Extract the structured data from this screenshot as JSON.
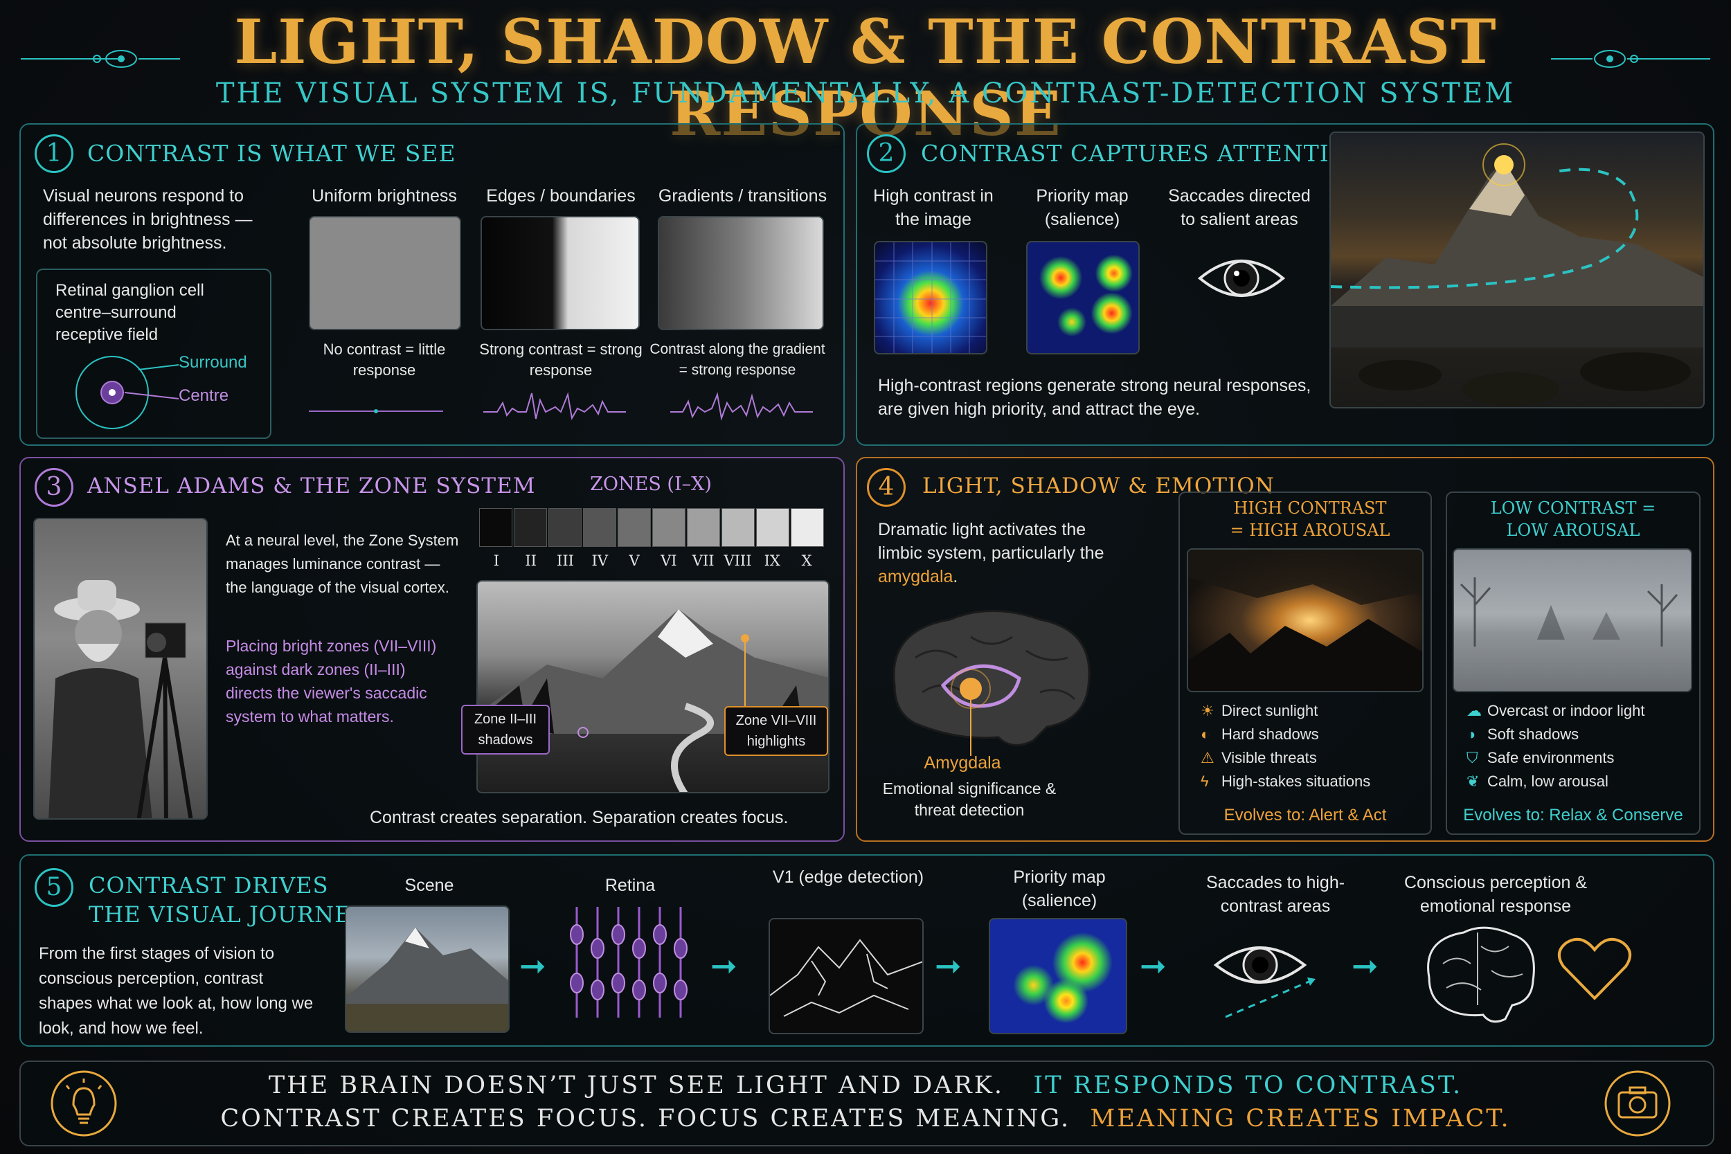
{
  "header": {
    "title": "LIGHT, SHADOW & THE CONTRAST RESPONSE",
    "subtitle": "THE VISUAL SYSTEM IS, FUNDAMENTALLY, A CONTRAST-DETECTION SYSTEM"
  },
  "panel1": {
    "number": "1",
    "title": "CONTRAST IS WHAT WE SEE",
    "intro": "Visual neurons respond to differences in brightness — not absolute brightness.",
    "rf_title": "Retinal ganglion cell centre–surround receptive field",
    "surround": "Surround",
    "centre": "Centre",
    "cards": [
      {
        "heading": "Uniform brightness",
        "caption": "No contrast = little response"
      },
      {
        "heading": "Edges / boundaries",
        "caption": "Strong contrast = strong response"
      },
      {
        "heading": "Gradients / transitions",
        "caption": "Contrast along the gradient = strong response"
      }
    ]
  },
  "panel2": {
    "number": "2",
    "title": "CONTRAST CAPTURES ATTENTION",
    "cols": [
      {
        "heading": "High contrast in the image"
      },
      {
        "heading": "Priority map (salience)"
      },
      {
        "heading": "Saccades directed to salient areas"
      }
    ],
    "caption": "High-contrast regions generate strong neural responses, are given high priority, and attract the eye."
  },
  "panel3": {
    "number": "3",
    "title": "ANSEL ADAMS & THE ZONE SYSTEM",
    "zones_title": "ZONES (I–X)",
    "zones": [
      "I",
      "II",
      "III",
      "IV",
      "V",
      "VI",
      "VII",
      "VIII",
      "IX",
      "X"
    ],
    "text1": "At a neural level, the Zone System manages luminance contrast — the language of the visual cortex.",
    "text2": "Placing bright zones (VII–VIII) against dark zones (II–III) directs the viewer's saccadic system to what matters.",
    "label_shadows": "Zone II–III shadows",
    "label_highlights": "Zone VII–VIII highlights",
    "caption": "Contrast creates separation.  Separation creates focus."
  },
  "panel4": {
    "number": "4",
    "title": "LIGHT, SHADOW & EMOTION",
    "intro_a": "Dramatic light activates the limbic system, particularly the ",
    "intro_b": "amygdala",
    "intro_c": ".",
    "amygdala": "Amygdala",
    "amygdala_caption": "Emotional significance & threat detection",
    "high": {
      "title": "HIGH CONTRAST = HIGH AROUSAL",
      "items": [
        {
          "icon": "sun-icon",
          "label": "Direct sunlight"
        },
        {
          "icon": "half-circle-icon",
          "label": "Hard shadows"
        },
        {
          "icon": "warning-icon",
          "label": "Visible threats"
        },
        {
          "icon": "lightning-icon",
          "label": "High-stakes situations"
        }
      ],
      "evolves": "Evolves to: Alert & Act"
    },
    "low": {
      "title": "LOW CONTRAST = LOW AROUSAL",
      "items": [
        {
          "icon": "cloud-icon",
          "label": "Overcast or indoor light"
        },
        {
          "icon": "soft-circle-icon",
          "label": "Soft shadows"
        },
        {
          "icon": "shield-icon",
          "label": "Safe environments"
        },
        {
          "icon": "leaf-icon",
          "label": "Calm, low arousal"
        }
      ],
      "evolves": "Evolves to: Relax & Conserve"
    }
  },
  "panel5": {
    "number": "5",
    "title_line1": "CONTRAST DRIVES",
    "title_line2": "THE VISUAL JOURNEY",
    "text": "From the first stages of vision to conscious perception, contrast shapes what we look at, how long we look, and how we feel.",
    "steps": [
      {
        "label": "Scene"
      },
      {
        "label": "Retina"
      },
      {
        "label": "V1 (edge detection)"
      },
      {
        "label": "Priority map (salience)"
      },
      {
        "label": "Saccades to high-contrast areas"
      },
      {
        "label": "Conscious perception & emotional response"
      }
    ]
  },
  "footer": {
    "line1_a": "THE BRAIN DOESN’T JUST SEE LIGHT AND DARK.",
    "line1_b": "IT RESPONDS TO CONTRAST.",
    "line2_a": "CONTRAST CREATES FOCUS. FOCUS CREATES MEANING.",
    "line2_b": "MEANING CREATES IMPACT."
  }
}
